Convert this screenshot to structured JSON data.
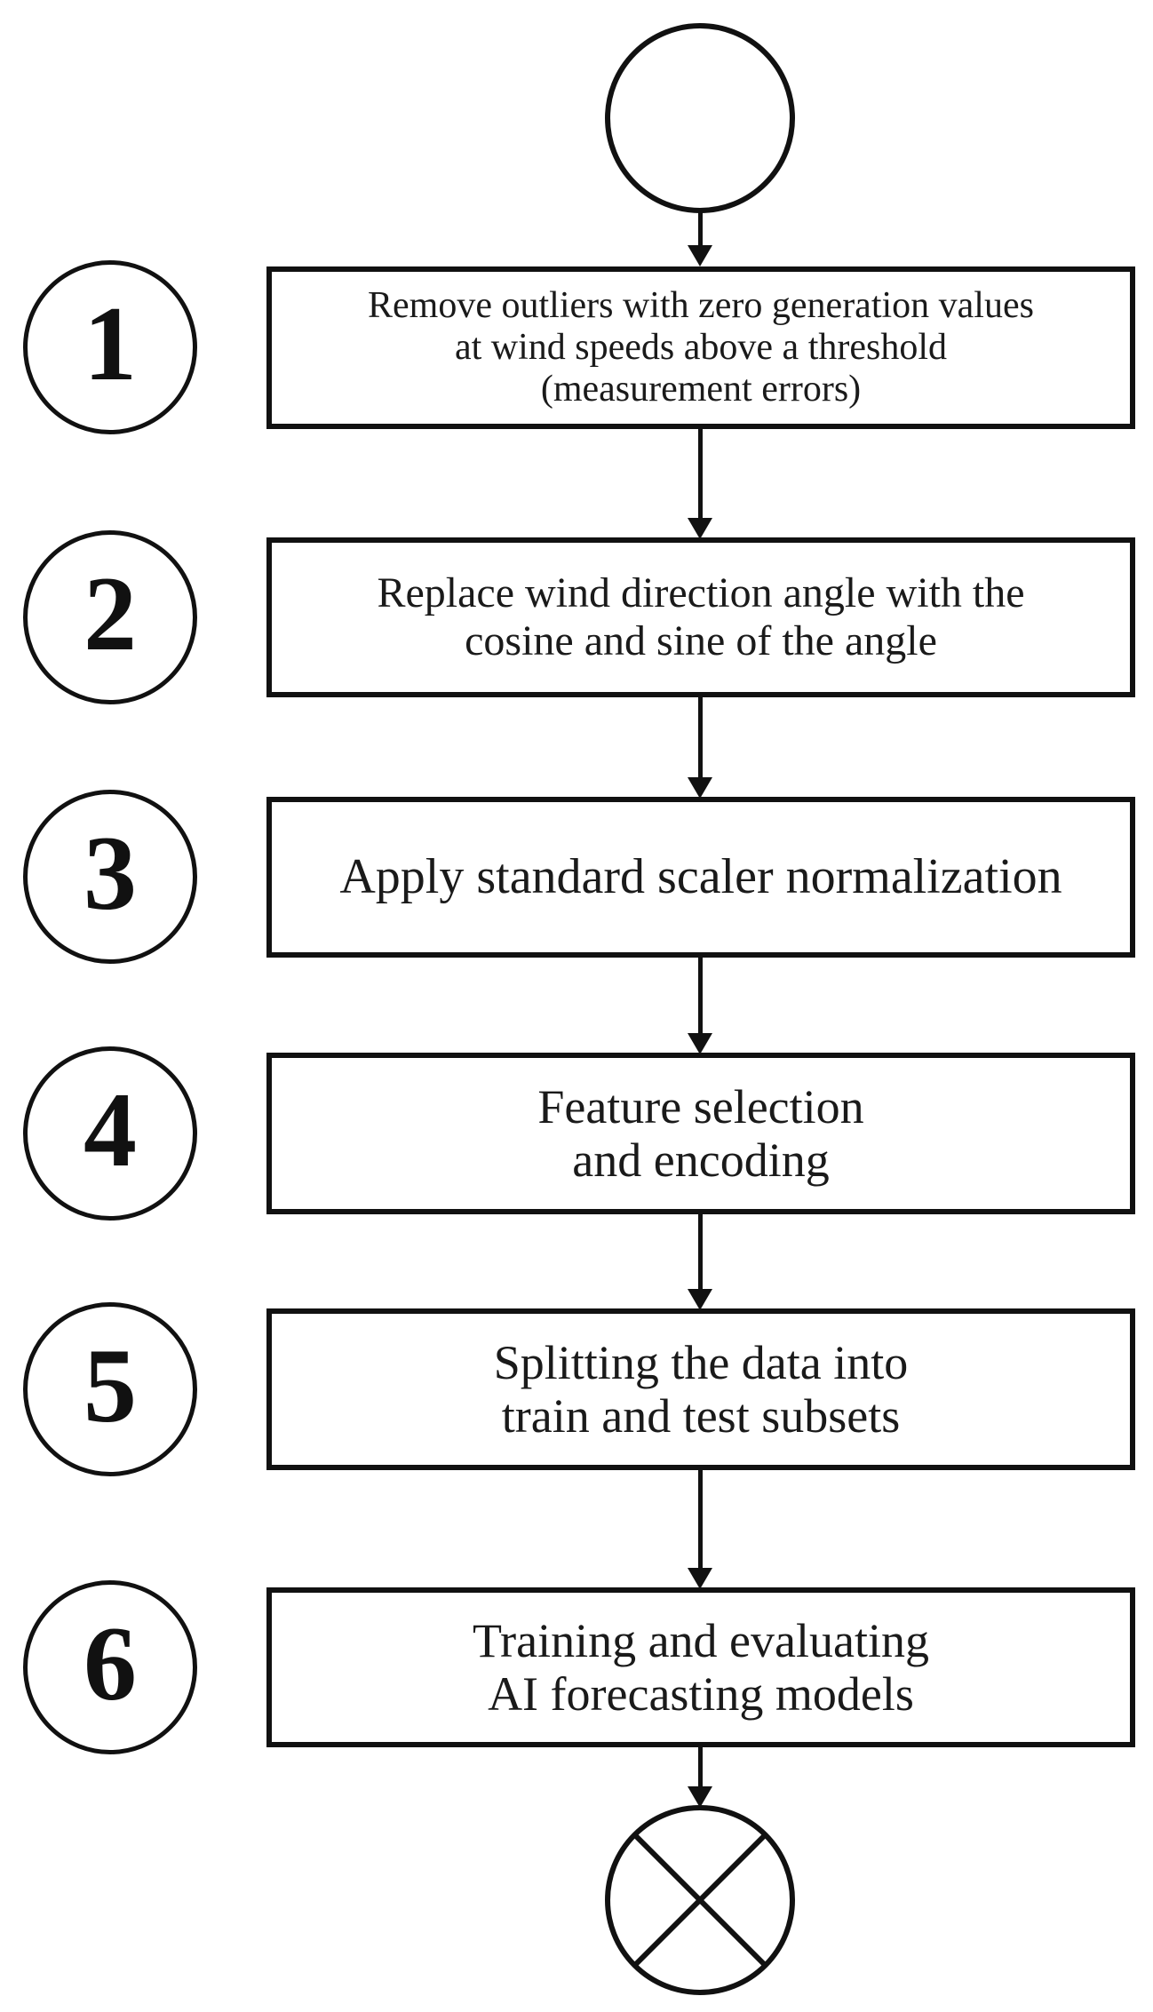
{
  "diagram": {
    "type": "flowchart",
    "terminators": {
      "start_icon": "circle-start",
      "end_icon": "circle-cross-end"
    },
    "colors": {
      "ink": "#111111",
      "background": "#ffffff"
    },
    "steps": [
      {
        "number": "1",
        "lines": [
          "Remove outliers with zero generation values",
          "at wind speeds above a threshold",
          "(measurement errors)"
        ]
      },
      {
        "number": "2",
        "lines": [
          "Replace wind direction angle with the",
          "cosine and sine of the angle"
        ]
      },
      {
        "number": "3",
        "lines": [
          "Apply standard scaler normalization"
        ]
      },
      {
        "number": "4",
        "lines": [
          "Feature selection",
          "and encoding"
        ]
      },
      {
        "number": "5",
        "lines": [
          "Splitting the data into",
          "train and test subsets"
        ]
      },
      {
        "number": "6",
        "lines": [
          "Training and evaluating",
          "AI forecasting models"
        ]
      }
    ]
  }
}
